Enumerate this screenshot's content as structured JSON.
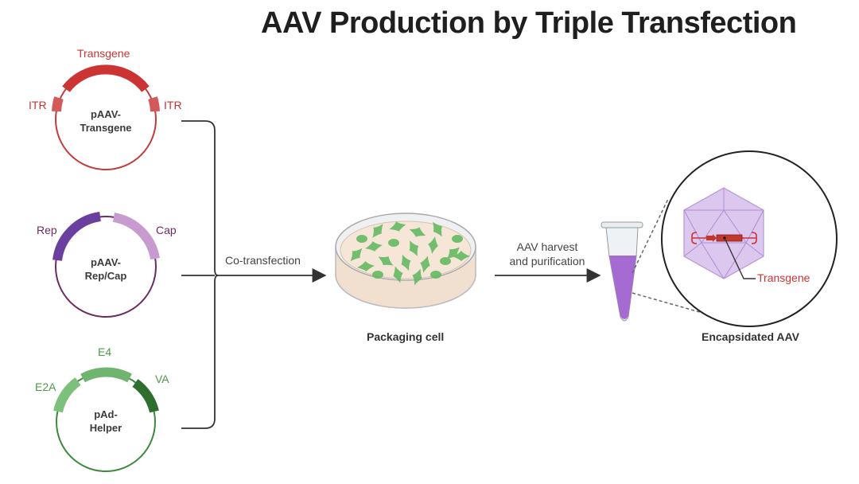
{
  "title": "AAV Production by Triple Transfection",
  "plasmids": [
    {
      "name_line1": "pAAV-",
      "name_line2": "Transgene",
      "color": "#c23b3b",
      "genes": [
        {
          "label": "Transgene",
          "color": "#cc3333"
        },
        {
          "label": "ITR",
          "color": "#cf5050"
        },
        {
          "label": "ITR",
          "color": "#cf5050"
        }
      ]
    },
    {
      "name_line1": "pAAV-",
      "name_line2": "Rep/Cap",
      "color": "#6e2a62",
      "genes": [
        {
          "label": "Rep",
          "color": "#6b3fa0"
        },
        {
          "label": "Cap",
          "color": "#c79bd0"
        }
      ]
    },
    {
      "name_line1": "pAd-",
      "name_line2": "Helper",
      "color": "#3d8a3d",
      "genes": [
        {
          "label": "E2A",
          "color": "#7cc07c"
        },
        {
          "label": "E4",
          "color": "#6fb56f"
        },
        {
          "label": "VA",
          "color": "#2e6e2e"
        }
      ]
    }
  ],
  "steps": {
    "cotransfection": "Co-transfection",
    "harvest_line1": "AAV harvest",
    "harvest_line2": "and purification"
  },
  "captions": {
    "packaging_cell": "Packaging cell",
    "encapsidated": "Encapsidated AAV",
    "transgene_callout": "Transgene"
  },
  "colors": {
    "arrow": "#333333",
    "dish_medium": "#f6e6d8",
    "cells": "#5cb85c",
    "tube_liquid": "#a66bd3",
    "capsid": "#d9c2ee"
  }
}
